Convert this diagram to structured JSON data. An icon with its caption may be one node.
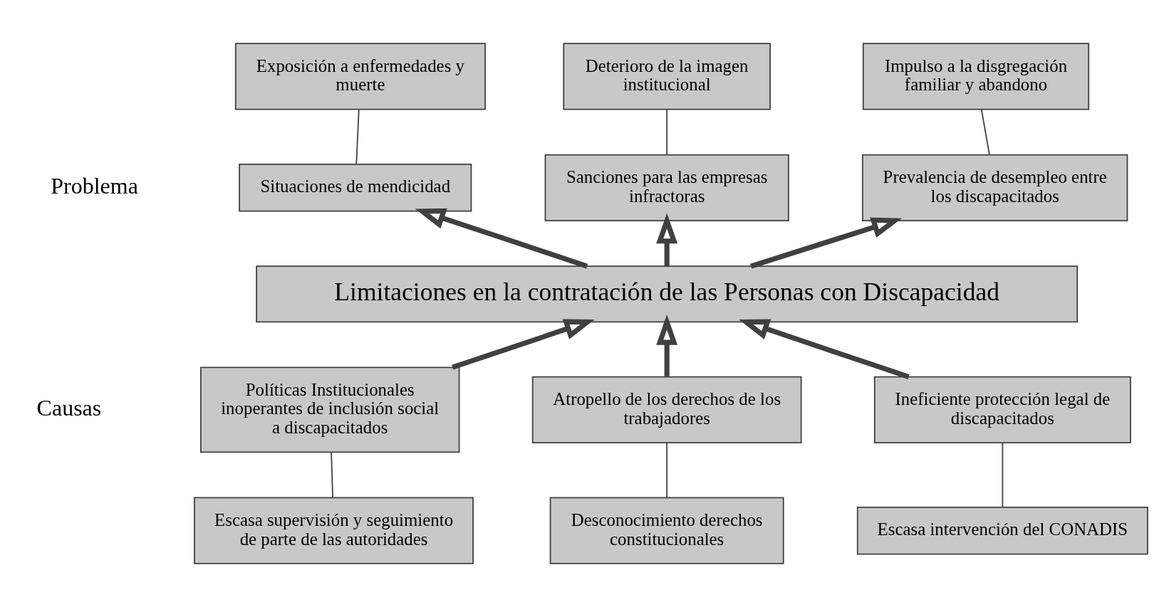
{
  "diagram": {
    "nodes": [
      {
        "text": [
          "Exposición a enfermedades y muerte"
        ]
      },
      {
        "text": [
          "Deterioro de la imagen institucional"
        ]
      },
      {
        "text": [
          "Impulso a la disgregación familiar y abandono"
        ]
      },
      {
        "text": [
          "Situaciones de mendicidad"
        ]
      },
      {
        "text": [
          "Sanciones para las empresas infractoras"
        ]
      },
      {
        "text": [
          "Prevalencia de desempleo entre los discapacitados"
        ]
      },
      {
        "text": [
          "Limitaciones en la contratación de las Personas con Discapacidad"
        ]
      },
      {
        "text": [
          "Políticas Institucionales inoperantes de inclusión social a discapacitados"
        ]
      },
      {
        "text": [
          "Atropello de los derechos de los trabajadores"
        ]
      },
      {
        "text": [
          "Ineficiente protección legal de discapacitados"
        ]
      },
      {
        "text": [
          "Escasa supervisión y seguimiento de parte de las autoridades"
        ]
      },
      {
        "text": [
          "Desconocimiento derechos constitucionales"
        ]
      },
      {
        "text": [
          "Escasa intervención del CONADIS"
        ]
      }
    ],
    "edges": [
      {
        "from": 0,
        "to": 3,
        "arrow": "none"
      },
      {
        "from": 1,
        "to": 4,
        "arrow": "none"
      },
      {
        "from": 2,
        "to": 5,
        "arrow": "none"
      },
      {
        "from": 6,
        "to": 3,
        "arrow": "to",
        "style": "thick"
      },
      {
        "from": 6,
        "to": 4,
        "arrow": "to",
        "style": "thick"
      },
      {
        "from": 6,
        "to": 5,
        "arrow": "to",
        "style": "thick"
      },
      {
        "from": 7,
        "to": 6,
        "arrow": "to",
        "style": "thick"
      },
      {
        "from": 8,
        "to": 6,
        "arrow": "to",
        "style": "thick"
      },
      {
        "from": 9,
        "to": 6,
        "arrow": "to",
        "style": "thick"
      },
      {
        "from": 7,
        "to": 10,
        "arrow": "none"
      },
      {
        "from": 8,
        "to": 11,
        "arrow": "none"
      },
      {
        "from": 9,
        "to": 12,
        "arrow": "none"
      }
    ],
    "labels": [
      "Problema",
      "Causas"
    ]
  }
}
